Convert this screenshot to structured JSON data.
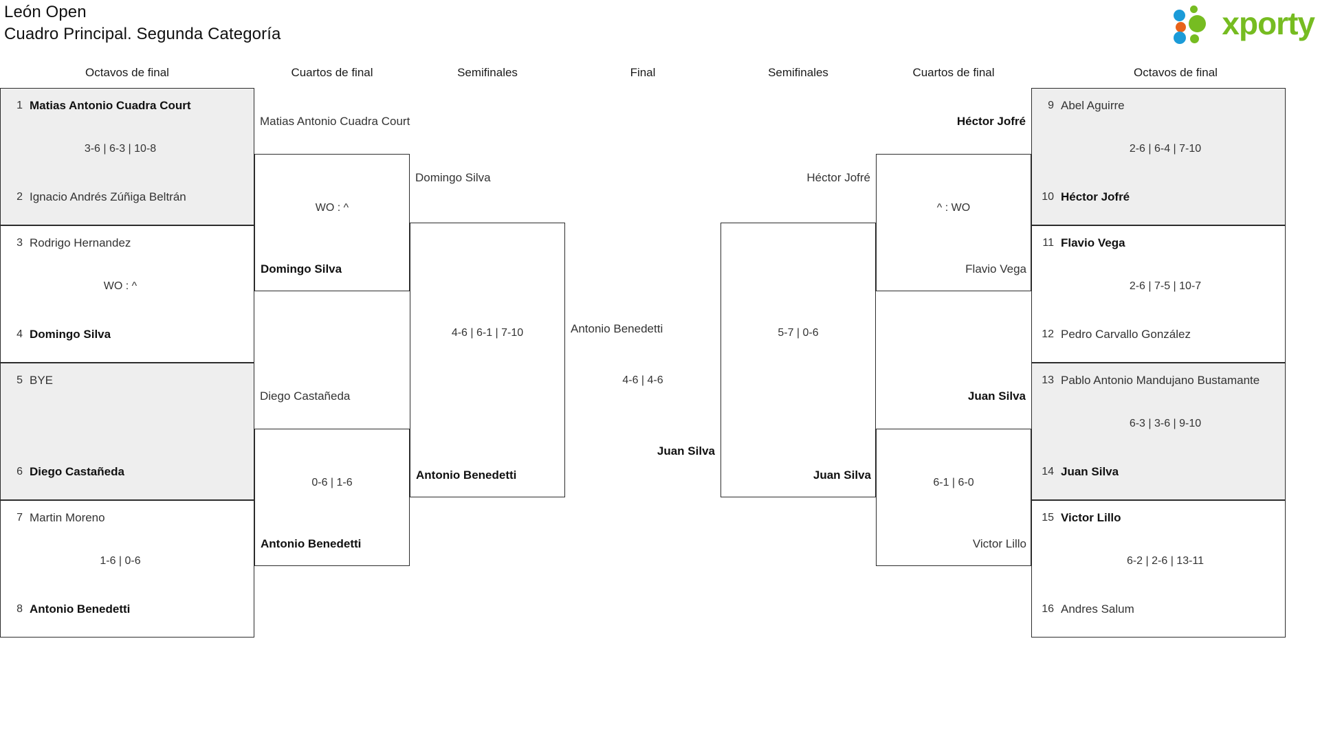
{
  "header": {
    "title": "León Open",
    "subtitle": "Cuadro Principal. Segunda Categoría"
  },
  "brand": {
    "name": "xporty",
    "word_color": "#76bc21",
    "dot_blue": "#1b9bd8",
    "dot_orange": "#e8621a",
    "dot_green": "#76bc21"
  },
  "round_headers": {
    "left_r16": "Octavos de final",
    "left_qf": "Cuartos de final",
    "left_sf": "Semifinales",
    "final": "Final",
    "right_sf": "Semifinales",
    "right_qf": "Cuartos de final",
    "right_r16": "Octavos de final"
  },
  "left_r16": [
    {
      "seed_a": "1",
      "player_a": "Matias Antonio Cuadra Court",
      "winner_a": true,
      "seed_b": "2",
      "player_b": "Ignacio Andrés Zúñiga Beltrán",
      "winner_b": false,
      "score": "3-6 | 6-3 | 10-8",
      "shaded": true
    },
    {
      "seed_a": "3",
      "player_a": "Rodrigo Hernandez",
      "winner_a": false,
      "seed_b": "4",
      "player_b": "Domingo Silva",
      "winner_b": true,
      "score": "WO : ^",
      "shaded": false
    },
    {
      "seed_a": "5",
      "player_a": "BYE",
      "winner_a": false,
      "seed_b": "6",
      "player_b": "Diego Castañeda",
      "winner_b": true,
      "score": "",
      "shaded": true
    },
    {
      "seed_a": "7",
      "player_a": "Martin Moreno",
      "winner_a": false,
      "seed_b": "8",
      "player_b": "Antonio Benedetti",
      "winner_b": true,
      "score": "1-6 | 0-6",
      "shaded": false
    }
  ],
  "right_r16": [
    {
      "seed_a": "9",
      "player_a": "Abel Aguirre",
      "winner_a": false,
      "seed_b": "10",
      "player_b": "Héctor Jofré",
      "winner_b": true,
      "score": "2-6 | 6-4 | 7-10",
      "shaded": true
    },
    {
      "seed_a": "11",
      "player_a": "Flavio Vega",
      "winner_a": true,
      "seed_b": "12",
      "player_b": "Pedro Carvallo González",
      "winner_b": false,
      "score": "2-6 | 7-5 | 10-7",
      "shaded": false
    },
    {
      "seed_a": "13",
      "player_a": "Pablo Antonio Mandujano Bustamante",
      "winner_a": false,
      "seed_b": "14",
      "player_b": "Juan Silva",
      "winner_b": true,
      "score": "6-3 | 3-6 | 9-10",
      "shaded": true
    },
    {
      "seed_a": "15",
      "player_a": "Victor Lillo",
      "winner_a": true,
      "seed_b": "16",
      "player_b": "Andres Salum",
      "winner_b": false,
      "score": "6-2 | 2-6 | 13-11",
      "shaded": false
    }
  ],
  "left_qf": [
    {
      "player_a": "Matias Antonio Cuadra Court",
      "winner_a": false,
      "player_b": "Domingo Silva",
      "winner_b": true,
      "score": "WO : ^"
    },
    {
      "player_a": "Diego Castañeda",
      "winner_a": false,
      "player_b": "Antonio Benedetti",
      "winner_b": true,
      "score": "0-6 | 1-6"
    }
  ],
  "right_qf": [
    {
      "player_a": "Héctor Jofré",
      "winner_a": true,
      "player_b": "Flavio Vega",
      "winner_b": false,
      "score": "^ : WO"
    },
    {
      "player_a": "Juan Silva",
      "winner_a": true,
      "player_b": "Victor Lillo",
      "winner_b": false,
      "score": "6-1 | 6-0"
    }
  ],
  "left_sf": {
    "player_a": "Domingo Silva",
    "winner_a": false,
    "player_b": "Antonio Benedetti",
    "winner_b": true,
    "score": "4-6 | 6-1 | 7-10"
  },
  "right_sf": {
    "player_a": "Héctor Jofré",
    "winner_a": false,
    "player_b": "Juan Silva",
    "winner_b": true,
    "score": "5-7 | 0-6"
  },
  "final": {
    "player_a": "Antonio Benedetti",
    "winner_a": false,
    "player_b": "Juan Silva",
    "winner_b": true,
    "score": "4-6 | 4-6"
  }
}
